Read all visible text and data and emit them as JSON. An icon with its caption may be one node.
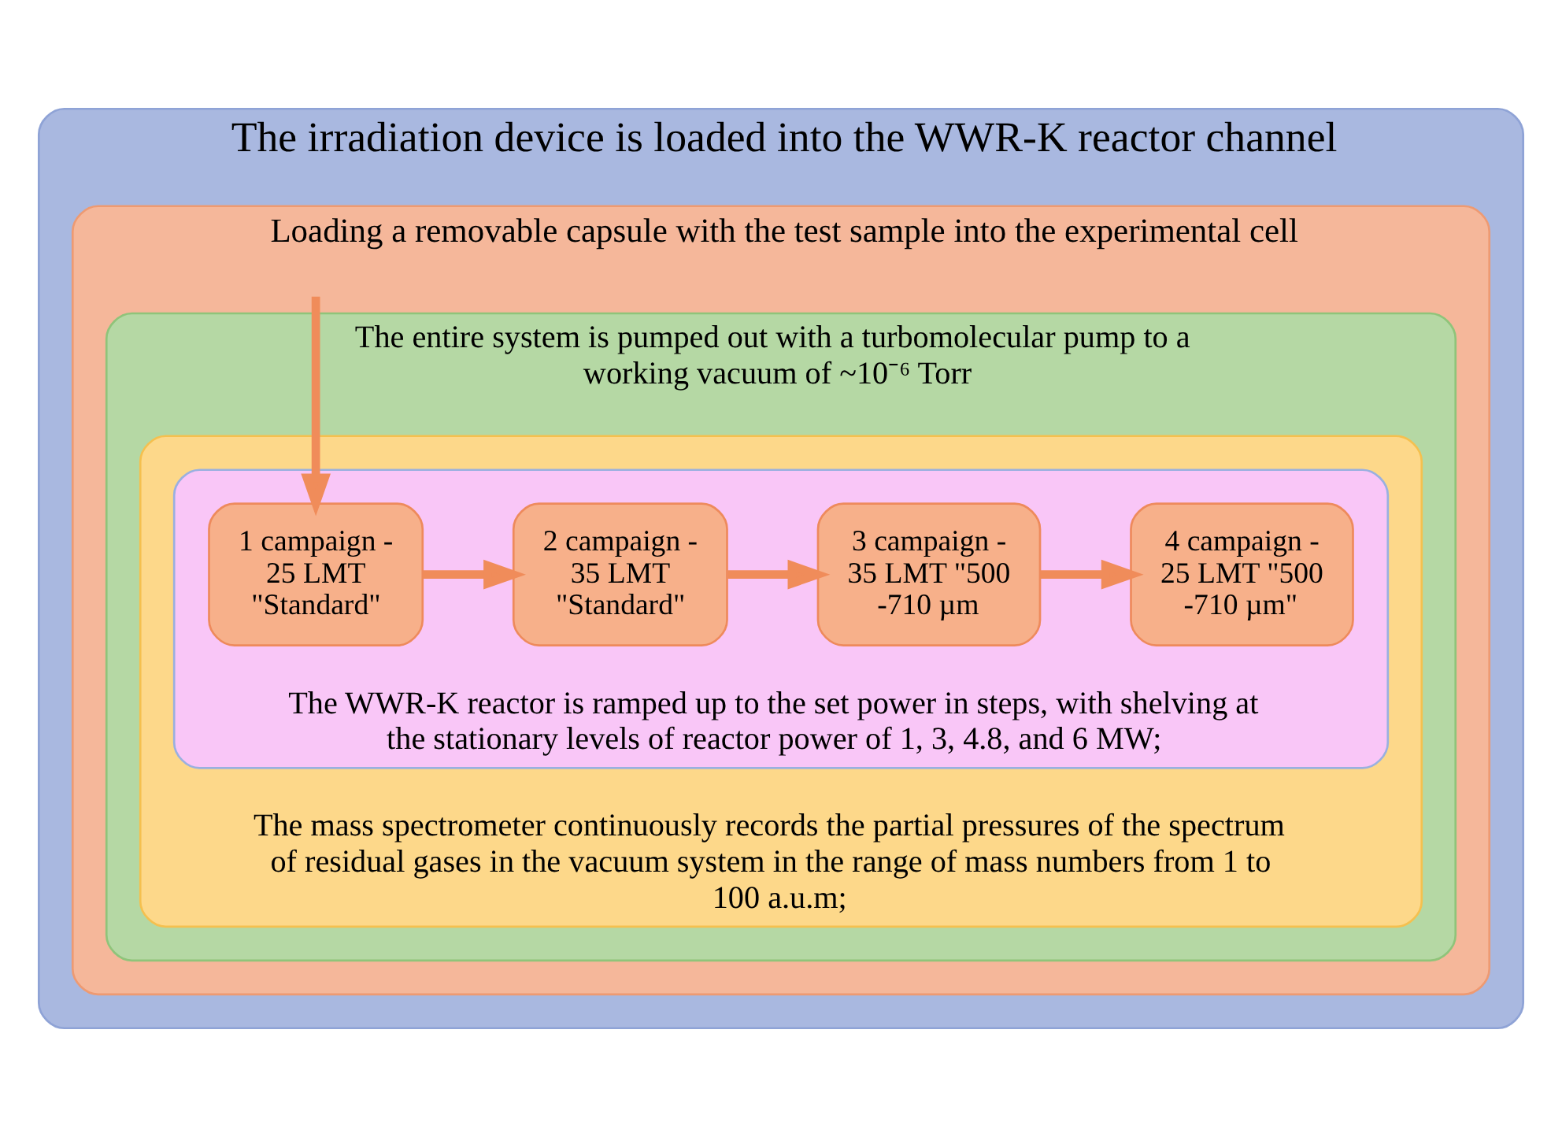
{
  "diagram": {
    "nodes": [
      {
        "text": [
          "The irradiation device is loaded into the WWR-K reactor channel"
        ]
      },
      {
        "text": [
          "Loading a removable capsule with the test sample into the experimental cell"
        ],
        "in": 0
      },
      {
        "text": [
          "The entire system is pumped out with a turbomolecular pump to a working vacuum of ~10⁻⁶ Torr"
        ],
        "in": 1
      },
      {
        "text": [
          "The mass spectrometer continuously records the partial pressures of the spectrum of residual gases in the vacuum system in the range of mass numbers from 1 to 100 a.u.m;"
        ],
        "in": 2
      },
      {
        "text": [
          "The WWR-K reactor is ramped up to the set power in steps, with shelving at the stationary levels of reactor power of 1, 3, 4.8, and 6 MW;"
        ],
        "in": 3
      },
      {
        "text": [
          "1 campaign - 25 LMT \"Standard\""
        ],
        "in": 4
      },
      {
        "text": [
          "2 campaign - 35 LMT \"Standard\""
        ],
        "in": 4
      },
      {
        "text": [
          "3 campaign - 35 LMT \"500 -710 µm"
        ],
        "in": 4
      },
      {
        "text": [
          "4 campaign - 25 LMT \"500 -710 µm\""
        ],
        "in": 4
      }
    ],
    "edges": [
      {
        "from": 1,
        "to": 5,
        "arrow": "to"
      },
      {
        "from": 5,
        "to": 6,
        "arrow": "to"
      },
      {
        "from": 6,
        "to": 7,
        "arrow": "to"
      },
      {
        "from": 7,
        "to": 8,
        "arrow": "to"
      }
    ]
  }
}
